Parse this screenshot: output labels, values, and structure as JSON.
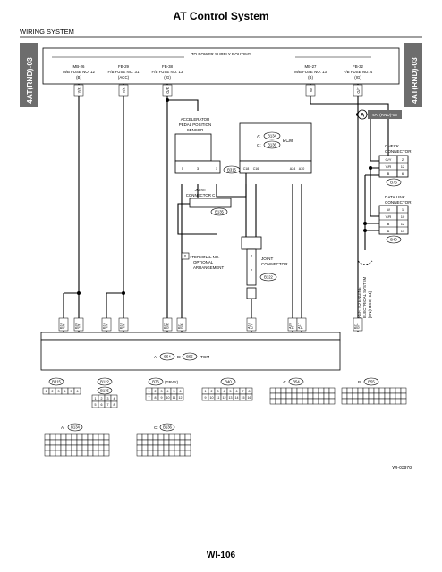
{
  "header": {
    "title": "AT Control System",
    "section": "WIRING SYSTEM",
    "side_label": "4AT(RND)-03"
  },
  "power_supply": {
    "label": "TO POWER SUPPLY ROUTING",
    "fuses": [
      {
        "line1": "MB-26",
        "line2": "M/B FUSE NO. 12",
        "line3": "(B)"
      },
      {
        "line1": "FB-29",
        "line2": "F/B FUSE NO. 31",
        "line3": "(ACC)"
      },
      {
        "line1": "FB-38",
        "line2": "F/B FUSE NO. 13",
        "line3": "(IG)"
      },
      {
        "line1": "MB-27",
        "line2": "M/B FUSE NO. 13",
        "line3": "(B)"
      },
      {
        "line1": "FB-32",
        "line2": "F/B FUSE NO. 4",
        "line3": "(IG)"
      }
    ]
  },
  "wire_colors_top": [
    "Y/R",
    "Y/R",
    "G/R",
    "W",
    "G/Y"
  ],
  "ref_tag": {
    "letter": "A",
    "text": "4AT(RND)-05"
  },
  "sensor": {
    "line1": "ACCELERATOR",
    "line2": "PEDAL POSITION",
    "line3": "SENSOR",
    "connector": "B315",
    "pins": [
      "5",
      "3",
      "1"
    ]
  },
  "ecm": {
    "labelA": "A:",
    "connA": "B134",
    "labelC": "C:",
    "connC": "B136",
    "name": "ECM",
    "pins": [
      "C18",
      "C16",
      "A24",
      "A30"
    ]
  },
  "joint_c": {
    "line1": "JOINT",
    "line2": "CONNECTOR C",
    "connector": "B135"
  },
  "check_connector": {
    "line1": "CHECK",
    "line2": "CONNECTOR",
    "rows": [
      {
        "color": "G/Y",
        "pin": "2"
      },
      {
        "color": "V/R",
        "pin": "12"
      },
      {
        "color": "B",
        "pin": "6"
      }
    ],
    "connector": "B76"
  },
  "data_link": {
    "line1": "DATA LINK",
    "line2": "CONNECTOR",
    "rows": [
      {
        "color": "W",
        "pin": "1"
      },
      {
        "color": "V/R",
        "pin": "10"
      },
      {
        "color": "B",
        "pin": "12"
      },
      {
        "color": "B",
        "pin": "13"
      }
    ],
    "connector": "B40"
  },
  "terminal_note": {
    "symbol": "*",
    "line1": ": TERMINAL NO.",
    "line2": "OPTIONAL",
    "line3": "ARRANGEMENT"
  },
  "joint_connector": {
    "line1": "JOINT",
    "line2": "CONNECTOR",
    "connector": "B122",
    "pins": [
      "*",
      "*",
      "*"
    ]
  },
  "ground_ref": {
    "line1": "REF. TO ENGINE",
    "line2": "ELECTRICAL SYSTEM",
    "line3": "[EN(H4SO)-64]"
  },
  "tcm": {
    "labelA": "A:",
    "connA": "B54",
    "labelB": "B:",
    "connB": "B55",
    "name": "TCM"
  },
  "tcm_pins": [
    {
      "pin": "B10",
      "color": "Y/R"
    },
    {
      "pin": "B20",
      "color": "Y/R"
    },
    {
      "pin": "B16",
      "color": "Y/R"
    },
    {
      "pin": "B18",
      "color": "Y/R"
    },
    {
      "pin": "B22",
      "color": "G/R"
    },
    {
      "pin": "B21",
      "color": "G/B"
    },
    {
      "pin": "A18",
      "color": "L/Y"
    },
    {
      "pin": "A20",
      "color": "R"
    },
    {
      "pin": "A17",
      "color": "P"
    },
    {
      "pin": "B2",
      "color": "G/Y"
    }
  ],
  "connector_views": {
    "b315": {
      "name": "B315",
      "cells": [
        "1",
        "2",
        "3",
        "4",
        "5",
        "6"
      ]
    },
    "b122": {
      "name": "B122",
      "name2": "B135",
      "row1": [
        "1",
        "2",
        "3",
        "4"
      ],
      "row2": [
        "5",
        "6",
        "7",
        "8"
      ]
    },
    "b76": {
      "name": "B76",
      "note": "(GRAY)",
      "row1": [
        "1",
        "2",
        "3",
        "4",
        "5",
        "6"
      ],
      "row2": [
        "7",
        "8",
        "9",
        "10",
        "11",
        "12"
      ]
    },
    "b40": {
      "name": "B40",
      "row1": [
        "1",
        "2",
        "3",
        "4",
        "5",
        "6",
        "7",
        "8"
      ],
      "row2": [
        "9",
        "10",
        "11",
        "12",
        "13",
        "14",
        "15",
        "16"
      ]
    },
    "b54": {
      "label": "A:",
      "name": "B54"
    },
    "b55": {
      "label": "B:",
      "name": "B55"
    },
    "b134": {
      "label": "A:",
      "name": "B134"
    },
    "b136": {
      "label": "C:",
      "name": "B136"
    }
  },
  "footer": {
    "code": "WI-03978",
    "page": "WI-106"
  }
}
